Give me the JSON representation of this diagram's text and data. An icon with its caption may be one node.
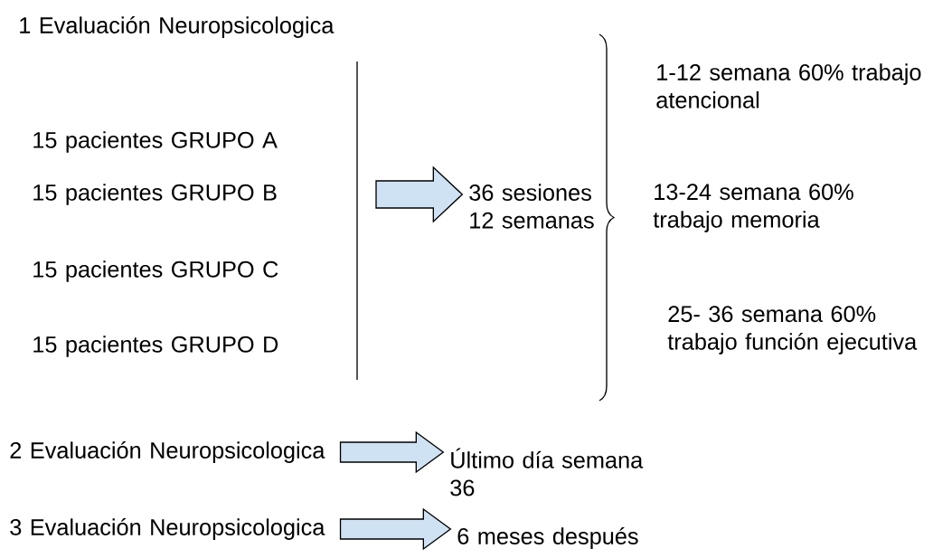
{
  "diagram": {
    "nodes": [
      {
        "text": [
          "1 Evaluación Neuropsicologica"
        ]
      },
      {
        "text": [
          "36 sesiones 12 semanas"
        ]
      },
      {
        "text": [
          "2 Evaluación Neuropsicologica"
        ]
      },
      {
        "text": [
          "Último día semana 36"
        ]
      },
      {
        "text": [
          "3 Evaluación Neuropsicologica"
        ]
      },
      {
        "text": [
          "6 meses después"
        ]
      }
    ],
    "edges": [
      {
        "from": null,
        "to": 1,
        "arrow": "to"
      },
      {
        "from": 2,
        "to": 3,
        "arrow": "to"
      },
      {
        "from": 4,
        "to": 5,
        "arrow": "to"
      }
    ],
    "labels": [
      "15 pacientes GRUPO A",
      "15 pacientes GRUPO B",
      "15 pacientes GRUPO C",
      "15 pacientes GRUPO D",
      "1-12 semana 60% trabajo atencional",
      "13-24 semana 60% trabajo memoria",
      "25- 36 semana 60% trabajo función ejecutiva"
    ]
  }
}
